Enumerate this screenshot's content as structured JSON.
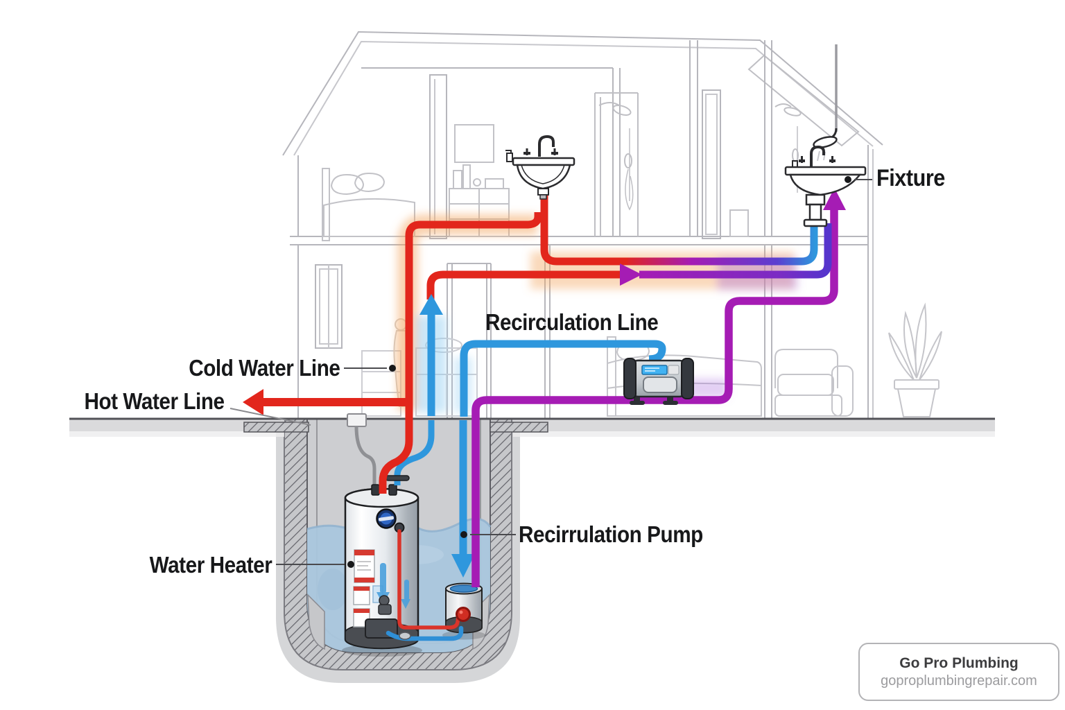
{
  "labels": {
    "fixture": "Fixture",
    "recirculation_line": "Recirculation Line",
    "cold_water_line": "Cold Water Line",
    "hot_water_line": "Hot Water Line",
    "recirculation_pump": "Recirrulation Pump",
    "water_heater": "Water Heater"
  },
  "badge": {
    "company": "Go Pro Plumbing",
    "website": "goproplumbingrepair.com"
  },
  "colors": {
    "hot_water_pipe": "#e2261c",
    "cold_water_pipe": "#2e97dd",
    "recirculation_pipe": "#a51cb4",
    "warm_glow": "#f3a45c",
    "pit_water": "#a9c6dd",
    "line_art": "#b6b6bc"
  }
}
